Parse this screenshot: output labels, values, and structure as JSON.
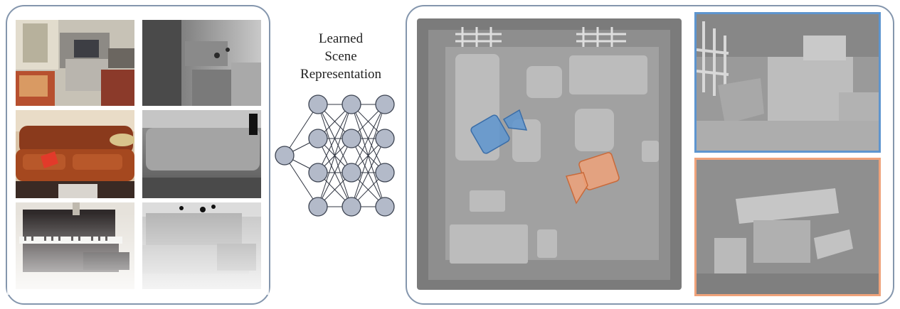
{
  "diagram": {
    "title_lines": [
      "Learned",
      "Scene",
      "Representation"
    ]
  },
  "colors": {
    "panel_border": "#8496ad",
    "node_fill": "#b3bac9",
    "node_stroke": "#3d4452",
    "camera_blue": "#5e95cf",
    "camera_orange": "#efa27a"
  },
  "inputs": [
    {
      "row": "living-room-desk",
      "rgb": "rgb-image",
      "depth": "depth-map"
    },
    {
      "row": "leather-couch",
      "rgb": "rgb-image",
      "depth": "depth-map"
    },
    {
      "row": "piano",
      "rgb": "rgb-image",
      "depth": "depth-map"
    }
  ],
  "network": {
    "layers": [
      1,
      4,
      4,
      4
    ]
  },
  "cameras": [
    {
      "name": "camera-blue",
      "color": "#5e95cf"
    },
    {
      "name": "camera-orange",
      "color": "#efa27a"
    }
  ]
}
